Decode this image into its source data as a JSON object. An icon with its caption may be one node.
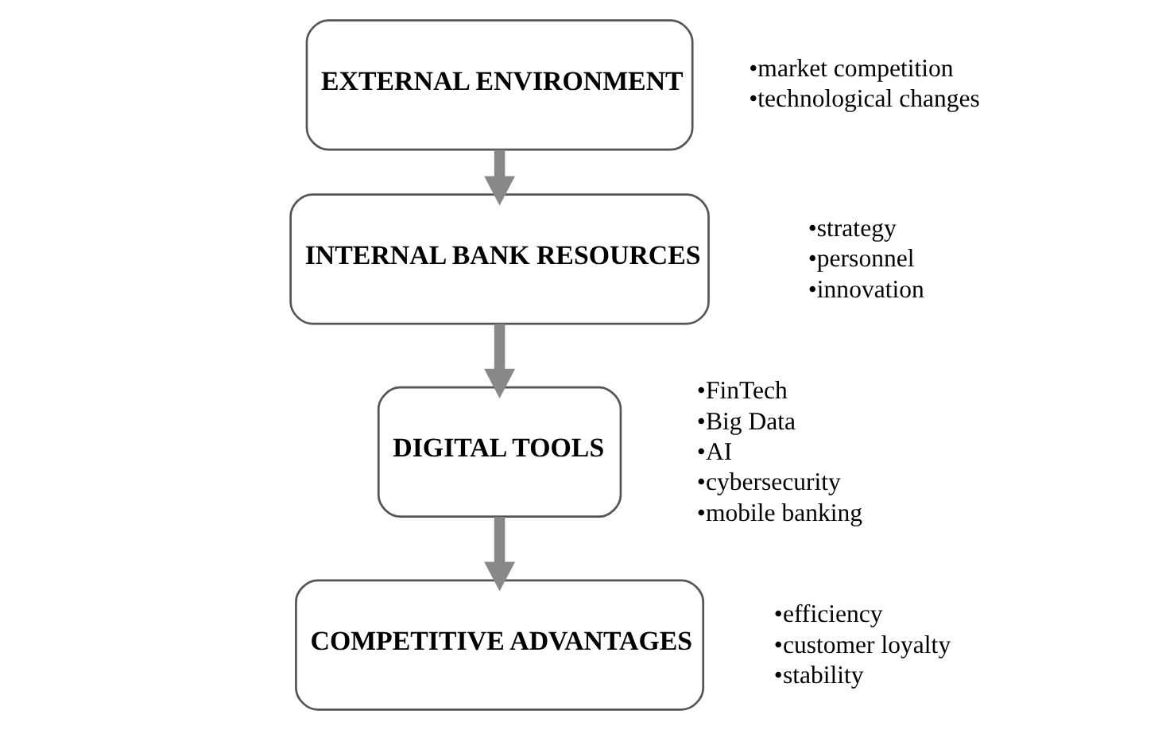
{
  "diagram": {
    "nodes": [
      {
        "text": [
          "EXTERNAL ENVIRONMENT"
        ],
        "beside": [
          "•market competition",
          "•technological changes"
        ]
      },
      {
        "text": [
          "INTERNAL BANK RESOURCES"
        ],
        "beside": [
          "•strategy",
          "•personnel",
          "•innovation"
        ]
      },
      {
        "text": [
          "DIGITAL TOOLS"
        ],
        "beside": [
          "•FinTech",
          "•Big Data",
          "•AI",
          "•cybersecurity",
          "•mobile banking"
        ]
      },
      {
        "text": [
          "COMPETITIVE ADVANTAGES"
        ],
        "beside": [
          "•efficiency",
          "•customer loyalty",
          "•stability"
        ]
      }
    ],
    "edges": [
      {
        "from": 0,
        "to": 1,
        "arrow": "to"
      },
      {
        "from": 1,
        "to": 2,
        "arrow": "to"
      },
      {
        "from": 2,
        "to": 3,
        "arrow": "to"
      }
    ]
  }
}
